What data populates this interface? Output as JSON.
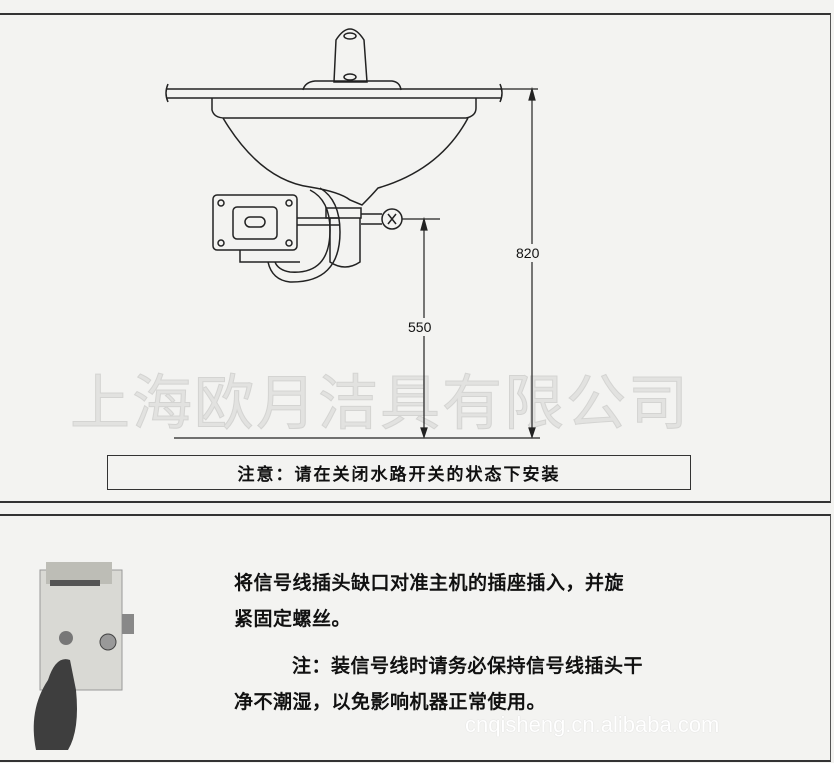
{
  "installation_diagram": {
    "dimension_total_height": "820",
    "dimension_valve_height": "550",
    "company_watermark": "上海欧月洁具有限公司",
    "notice": "注意：请在关闭水路开关的状态下安装"
  },
  "wiring_instructions": {
    "line1": "将信号线插头缺口对准主机的插座插入，并旋",
    "line2": "紧固定螺丝。",
    "line3": "注：装信号线时请务必保持信号线插头干",
    "line4": "净不潮湿，以免影响机器正常使用。",
    "site_watermark": "cnqisheng.cn.alibaba.com"
  }
}
